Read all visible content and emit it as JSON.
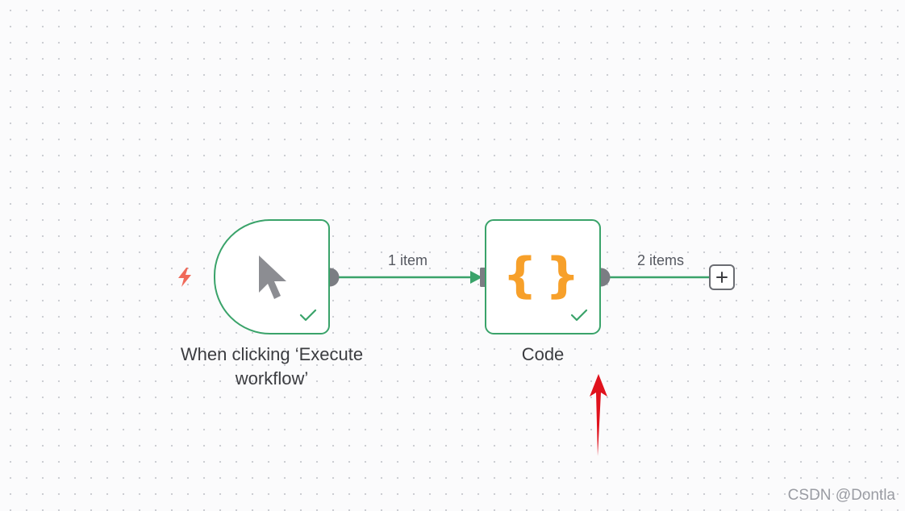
{
  "workflow": {
    "nodes": [
      {
        "id": "trigger",
        "label": "When clicking ‘Execute workflow’",
        "label_lines": [
          "When clicking ‘Execute",
          "workflow’"
        ],
        "icon": "cursor-pointer-icon",
        "status": "success"
      },
      {
        "id": "code",
        "label": "Code",
        "icon": "code-braces-icon",
        "icon_text": "{}",
        "status": "success"
      }
    ],
    "connections": [
      {
        "from": "trigger",
        "to": "code",
        "label": "1 item"
      },
      {
        "from": "code",
        "to": "add-node",
        "label": "2 items"
      }
    ]
  },
  "watermark": "CSDN @Dontla",
  "colors": {
    "node_border_success": "#3aa36a",
    "edge_success": "#3aa36a",
    "handle": "#7b7d83",
    "code_icon": "#f7a02a",
    "trigger_bolt": "#f06a5a",
    "annotation_arrow": "#e0121d",
    "canvas_dot": "#c9cbd1"
  }
}
